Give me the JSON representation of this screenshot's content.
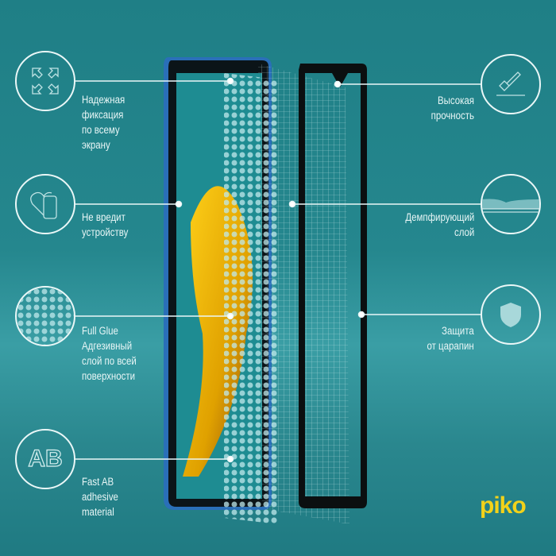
{
  "features_left": [
    {
      "icon": "expand-arrows-icon",
      "text": [
        "Надежная",
        "фиксация",
        "по всему",
        "экрану"
      ]
    },
    {
      "icon": "heart-phone-icon",
      "text": [
        "Не вредит",
        "устройству"
      ]
    },
    {
      "icon": "dots-pattern-icon",
      "text": [
        "Full Glue",
        "Адгезивный",
        "слой по всей",
        "поверхности"
      ]
    },
    {
      "icon": "ab-adhesive-icon",
      "text": [
        "Fast AB",
        "adhesive",
        "material"
      ]
    }
  ],
  "features_right": [
    {
      "icon": "hammer-icon",
      "text": [
        "Высокая",
        "прочность"
      ]
    },
    {
      "icon": "damping-layer-icon",
      "text": [
        "Демпфирующий",
        "слой"
      ]
    },
    {
      "icon": "shield-icon",
      "text": [
        "Защита",
        "от царапин"
      ]
    }
  ],
  "ab_icon_text": "AB",
  "brand": "piko",
  "colors": {
    "background": "#25878e",
    "brand": "#f2d21a",
    "line": "#eaf7f7",
    "phone_edge": "#2a6fb8"
  }
}
